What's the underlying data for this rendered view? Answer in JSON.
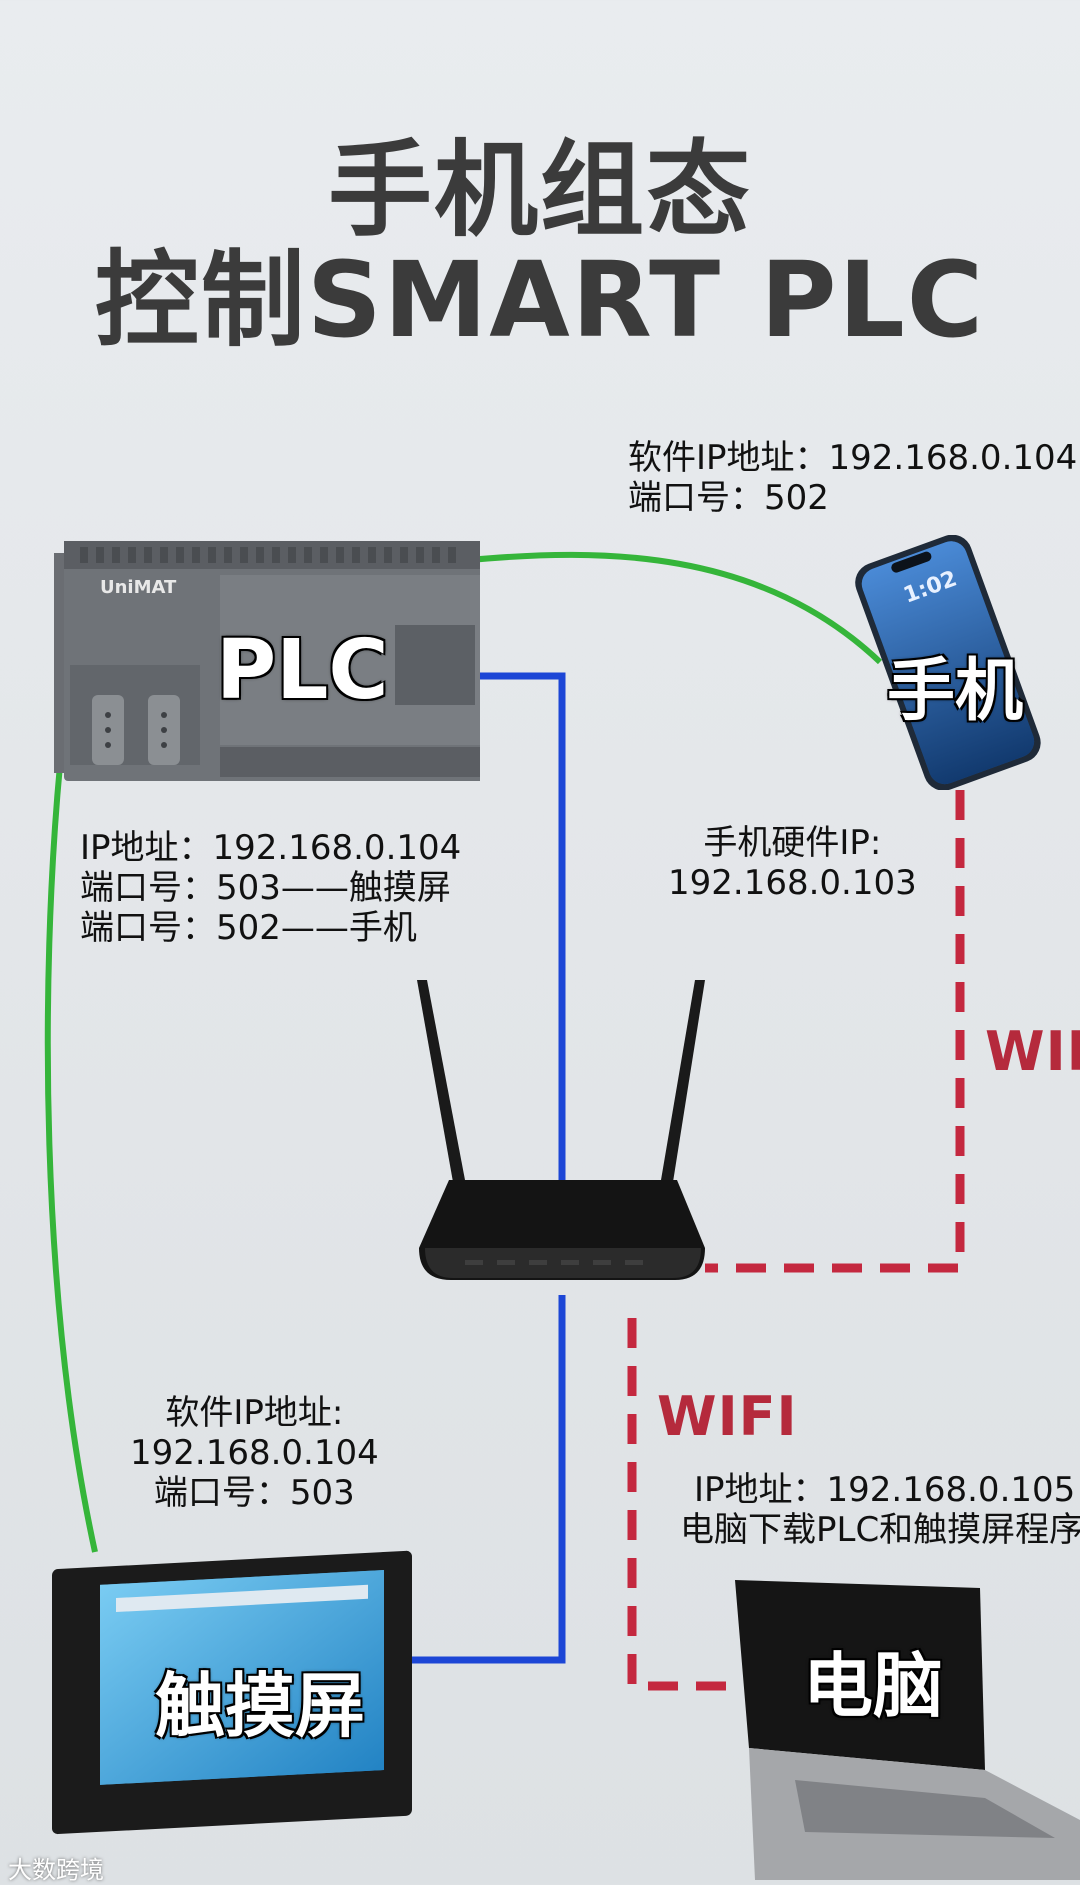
{
  "title": {
    "line1": "手机组态",
    "line2": "控制SMART PLC"
  },
  "devices": {
    "plc": {
      "label": "PLC",
      "brand": "UniMAT"
    },
    "phone": {
      "label": "手机",
      "clock": "1:02"
    },
    "router": {},
    "hmi": {
      "label": "触摸屏"
    },
    "pc": {
      "label": "电脑"
    }
  },
  "annotations": {
    "phone_software": [
      "软件IP地址：192.168.0.104",
      "端口号：502"
    ],
    "plc_info": [
      "IP地址：192.168.0.104",
      "端口号：503——触摸屏",
      "端口号：502——手机"
    ],
    "phone_hardware": [
      "手机硬件IP:",
      "192.168.0.103"
    ],
    "hmi_software": [
      "软件IP地址:",
      "192.168.0.104",
      "端口号：503"
    ],
    "pc_info": [
      "IP地址：192.168.0.105",
      "电脑下载PLC和触摸屏程序"
    ]
  },
  "links": {
    "wifi_phone": "WIFI",
    "wifi_pc": "WIFI"
  },
  "colors": {
    "ethernet_plc_phone": "#35b53a",
    "ethernet_router": "#1c46d6",
    "wifi": "#c4283f"
  },
  "watermark": "大数跨境"
}
